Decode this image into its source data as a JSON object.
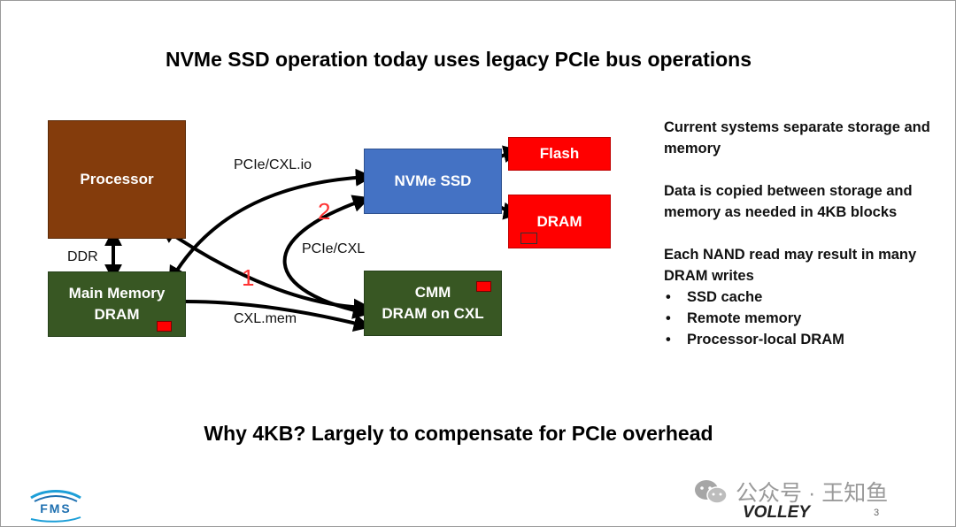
{
  "title": "NVMe SSD operation today uses legacy PCIe bus operations",
  "subtitle": "Why 4KB?  Largely to compensate for PCIe overhead",
  "boxes": {
    "processor": "Processor",
    "main_memory_line1": "Main Memory",
    "main_memory_line2": "DRAM",
    "nvme_ssd": "NVMe SSD",
    "cmm_line1": "CMM",
    "cmm_line2": "DRAM on CXL",
    "flash": "Flash",
    "dram": "DRAM"
  },
  "links": {
    "ddr": "DDR",
    "pcie_cxl_io": "PCIe/CXL.io",
    "pcie_cxl": "PCIe/CXL",
    "cxl_mem": "CXL.mem",
    "path_1": "1",
    "path_2": "2"
  },
  "notes": {
    "p1": "Current systems separate storage and memory",
    "p2": "Data is copied between storage and memory as needed in 4KB blocks",
    "p3": "Each NAND read may result in many DRAM writes",
    "bullets": [
      "SSD cache",
      "Remote memory",
      "Processor-local DRAM"
    ]
  },
  "footer": {
    "logo_text": "FMS",
    "wechat_text": "公众号 · 王知鱼",
    "brand_text": "VOLLEY",
    "page_number": "3"
  },
  "colors": {
    "processor": "#843c0c",
    "memory_green": "#385723",
    "nvme_blue": "#4472c4",
    "flash_red": "#ff0000",
    "path_number": "#ff3333"
  }
}
